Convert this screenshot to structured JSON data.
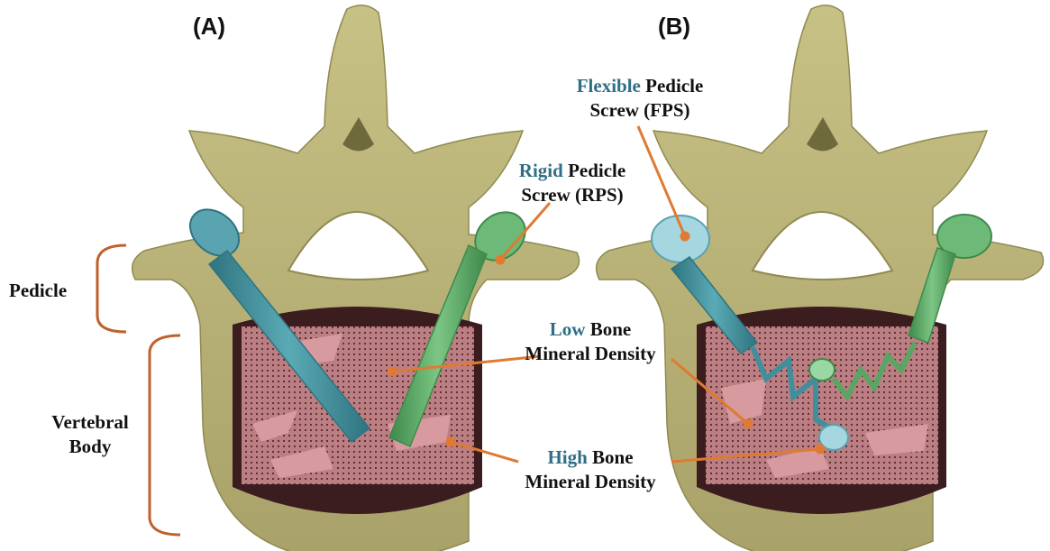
{
  "panels": [
    {
      "letter": "(A)"
    },
    {
      "letter": "(B)"
    }
  ],
  "labels": {
    "pedicle": "Pedicle",
    "vertebral_body_line1": "Vertebral",
    "vertebral_body_line2": "Body",
    "rps_highlight": "Rigid",
    "rps_rest": " Pedicle",
    "rps_line2": "Screw (RPS)",
    "fps_highlight": "Flexible",
    "fps_rest": " Pedicle",
    "fps_line2": "Screw (FPS)",
    "low_highlight": "Low",
    "low_rest": " Bone",
    "low_line2": "Mineral Density",
    "high_highlight": "High",
    "high_rest": " Bone",
    "high_line2": "Mineral Density"
  },
  "colors": {
    "bone": "#bdb77a",
    "bone_dark": "#8f8a52",
    "trabecular": "#c9868a",
    "cavity": "#3b1c1f",
    "rigid_screw": "#3f8f9c",
    "flexible_screw_head": "#8cc6d2",
    "green_screw": "#5aa564",
    "leader": "#e07a33",
    "bracket": "#c0602a",
    "highlight_text": "#2f6f86"
  }
}
